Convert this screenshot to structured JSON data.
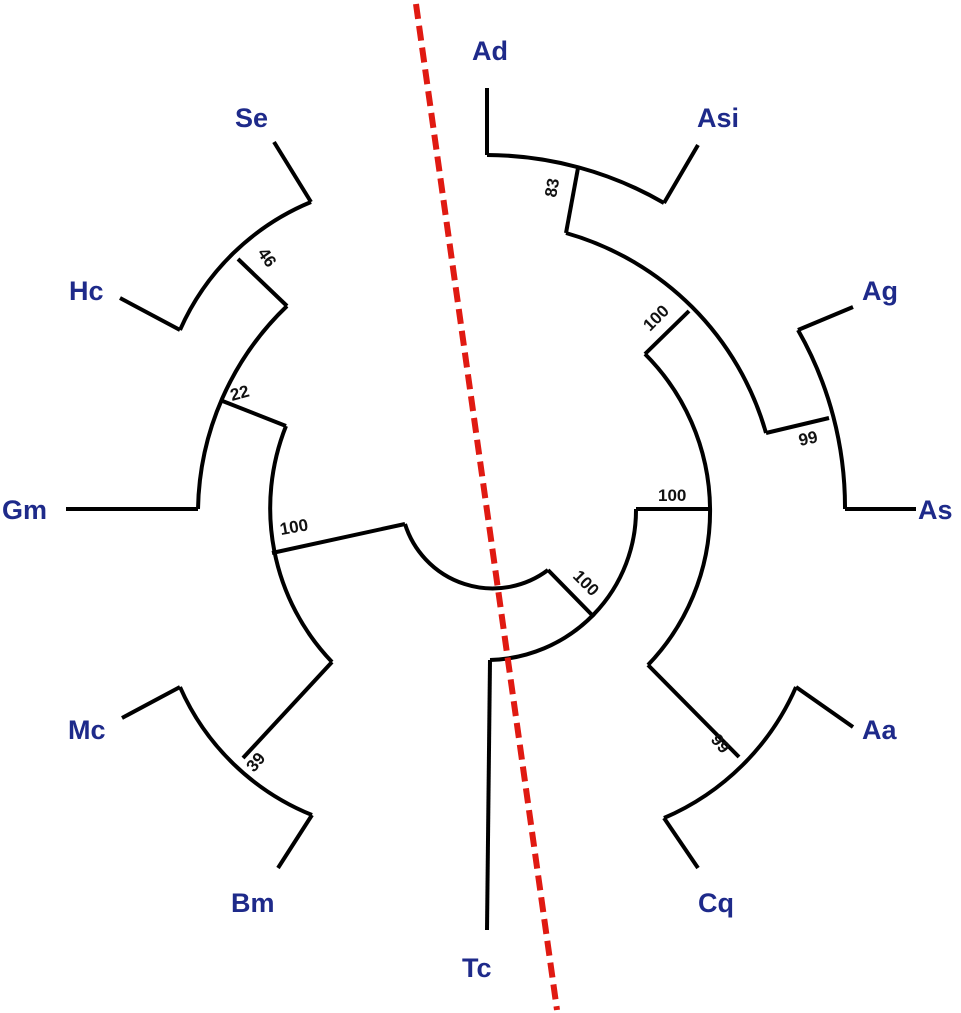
{
  "tree": {
    "taxa": {
      "se": "Se",
      "hc": "Hc",
      "gm": "Gm",
      "mc": "Mc",
      "bm": "Bm",
      "tc": "Tc",
      "cq": "Cq",
      "aa": "Aa",
      "as": "As",
      "ag": "Ag",
      "asi": "Asi",
      "ad": "Ad"
    },
    "bootstrap": {
      "se_hc": "46",
      "se_hc_gm": "22",
      "left_clade": "100",
      "mc_bm": "39",
      "ad_asi": "83",
      "ad_asi_ag_as": "100",
      "ag_as": "99",
      "right_upper_lower": "100",
      "aa_cq": "99",
      "right_clade": "100"
    },
    "colors": {
      "branch": "#000000",
      "taxon_label": "#1e2a8a",
      "divider": "#e01a12"
    }
  }
}
